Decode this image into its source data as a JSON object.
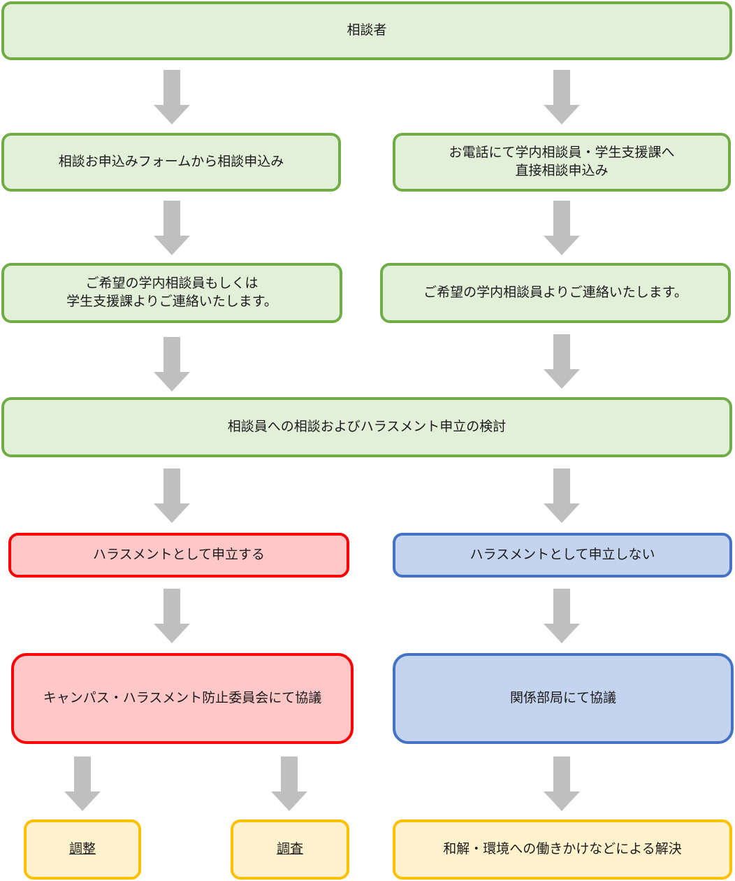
{
  "nodes": {
    "consultant": "相談者",
    "form_apply": "相談お申込みフォームから相談申込み",
    "phone_apply_line1": "お電話にて学内相談員・学生支援課へ",
    "phone_apply_line2": "直接相談申込み",
    "contact_left_line1": "ご希望の学内相談員もしくは",
    "contact_left_line2": "学生支援課よりご連絡いたします。",
    "contact_right": "ご希望の学内相談員よりご連絡いたします。",
    "consult_review": "相談員への相談およびハラスメント申立の検討",
    "file_complaint": "ハラスメントとして申立する",
    "no_complaint": "ハラスメントとして申立しない",
    "committee": "キャンパス・ハラスメント防止委員会にて協議",
    "department": "関係部局にて協議",
    "mediation": "調整",
    "investigation": "調査",
    "resolution": "和解・環境への働きかけなどによる解決"
  },
  "colors": {
    "green_fill": "#e2efd9",
    "green_border": "#70ad47",
    "red_fill": "#ffc7c7",
    "red_border": "#ff0000",
    "blue_fill": "#c5d4ee",
    "blue_border": "#4472c4",
    "yellow_fill": "#fff2cc",
    "yellow_border": "#ffc000",
    "arrow": "#bfbfbf"
  }
}
